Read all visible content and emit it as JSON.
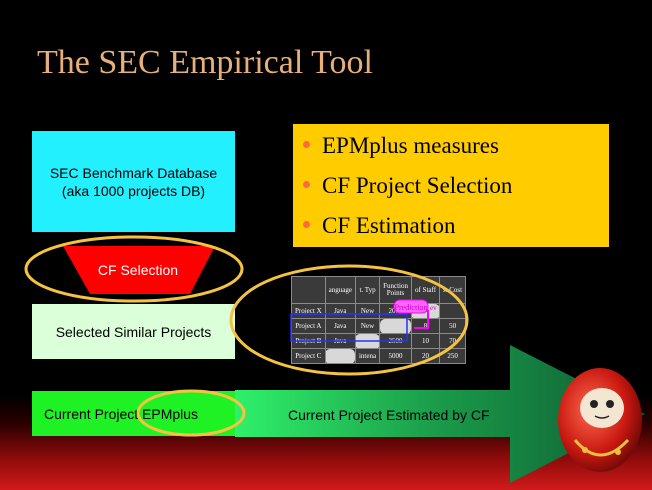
{
  "slide": {
    "title": "The SEC Empirical Tool",
    "db_box": {
      "line1": "SEC Benchmark Database",
      "line2": "(aka 1000 projects DB)"
    },
    "cf_selection": "CF Selection",
    "selected_projects": "Selected Similar Projects",
    "current_project": "Current Project EPMplus",
    "estimated_by_cf": "Current Project Estimated by CF",
    "bullets": [
      "EPMplus measures",
      "CF Project Selection",
      "CF Estimation"
    ],
    "table": {
      "headers": [
        "",
        "anguage",
        "t. Typ",
        "Function Points",
        "of Staff",
        "s. Cost"
      ],
      "rows": [
        [
          "Project X",
          "Java",
          "New",
          "2000",
          "",
          ""
        ],
        [
          "Project A",
          "Java",
          "New",
          "",
          "8",
          "50"
        ],
        [
          "Project B",
          "Java",
          "",
          "2500",
          "10",
          "70"
        ],
        [
          "Project C",
          "",
          "intena",
          "5000",
          "20",
          "250"
        ]
      ],
      "callout": "Prediction",
      "callout_tail": "ev"
    }
  },
  "colors": {
    "title": "#e7b07a",
    "db_box": "#22f0ff",
    "bullet_box": "#ffcc00",
    "bullet_dot": "#ff6a3d",
    "trapezoid": "#ff0000",
    "ellipse": "#f5c342",
    "selected_box": "#dbffd8",
    "current_box": "#1ef225",
    "arrow_dark": "#0e5a32",
    "arrow_light": "#2ff06a",
    "highlight": "#ff00ff"
  }
}
